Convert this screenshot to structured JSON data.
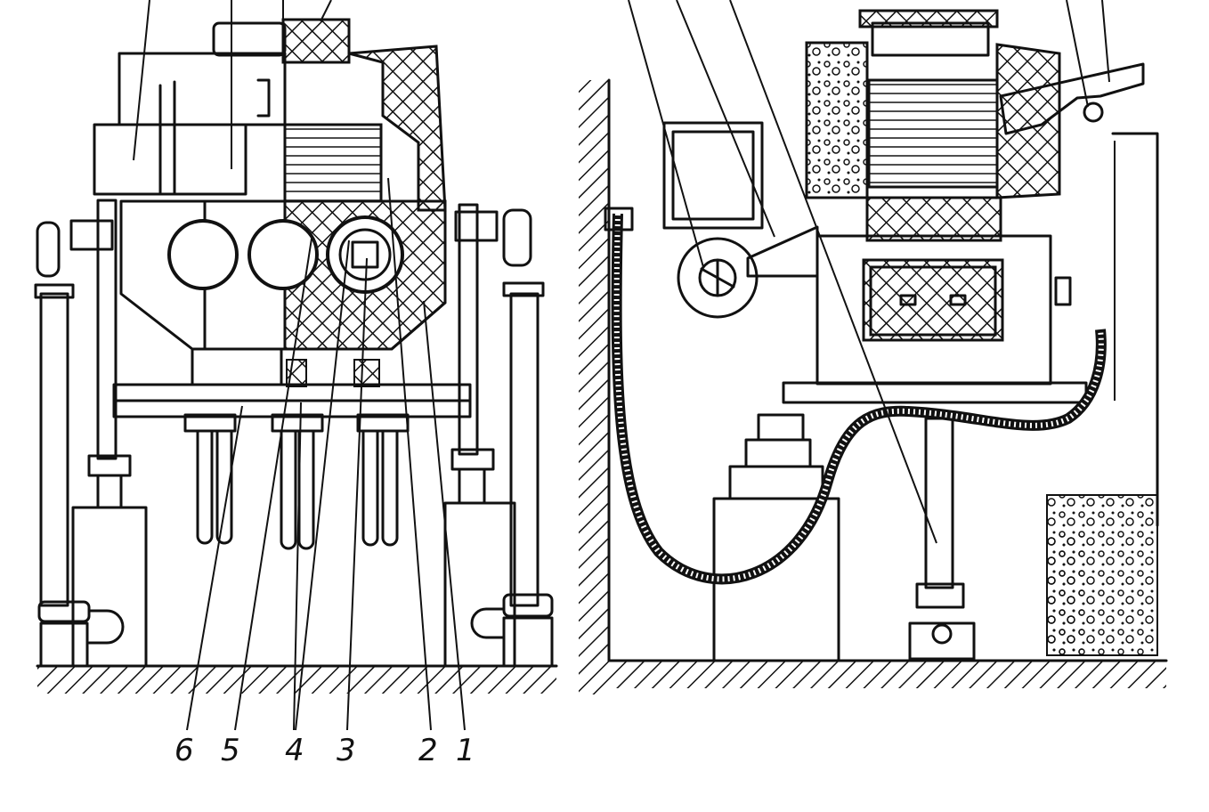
{
  "figure": {
    "callouts": [
      {
        "id": "6",
        "label": "6"
      },
      {
        "id": "5",
        "label": "5"
      },
      {
        "id": "4",
        "label": "4"
      },
      {
        "id": "3",
        "label": "3"
      },
      {
        "id": "2",
        "label": "2"
      },
      {
        "id": "1",
        "label": "1"
      }
    ],
    "colors": {
      "ink": "#111111",
      "paper": "#ffffff"
    }
  }
}
